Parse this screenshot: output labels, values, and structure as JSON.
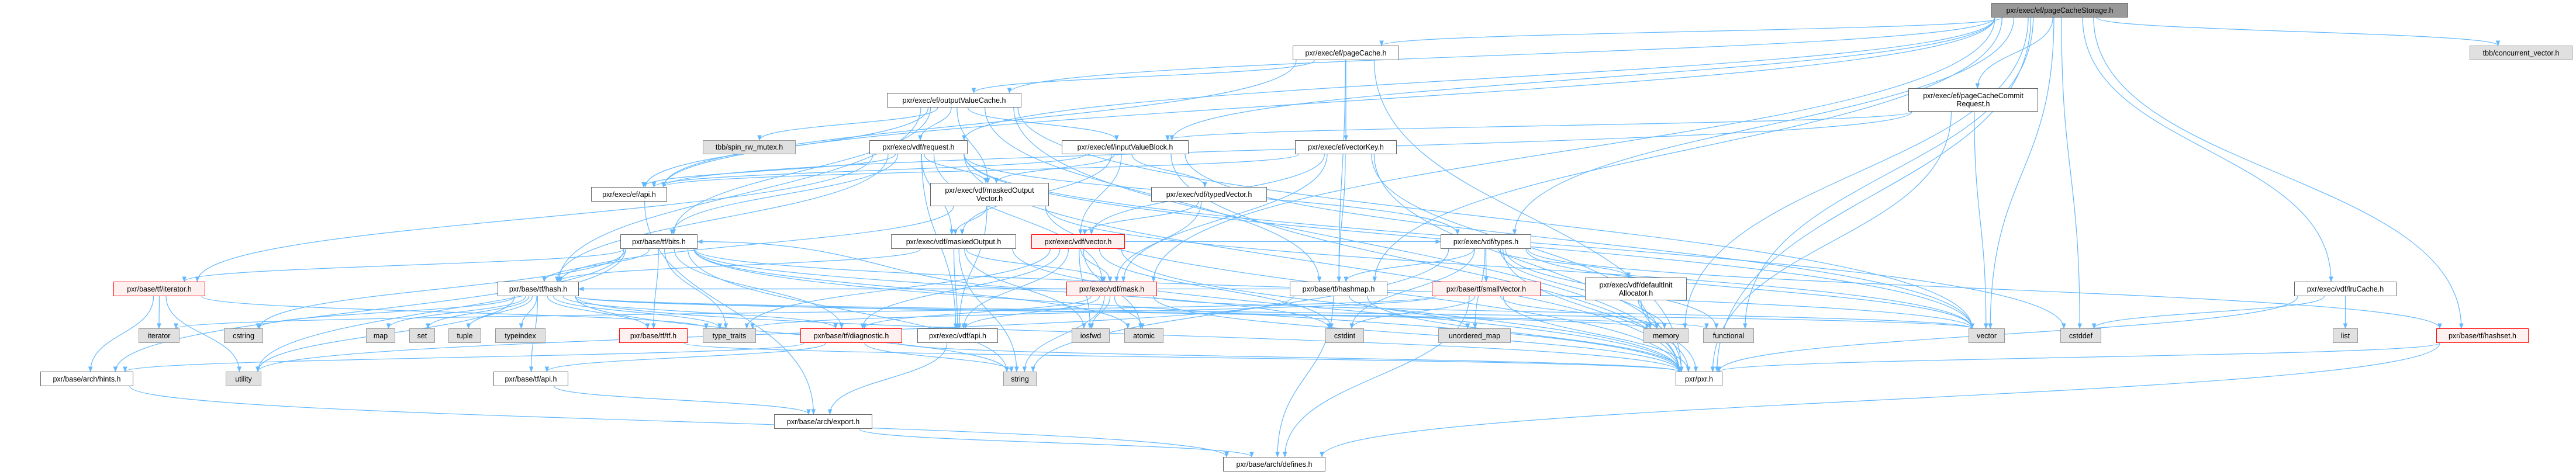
{
  "graph": {
    "edge_color": "#63b8ff",
    "nodes": [
      {
        "id": "root",
        "kind": "root",
        "lines": [
          "pxr/exec/ef/pageCacheStorage.h"
        ]
      },
      {
        "id": "pageCache",
        "kind": "normal",
        "lines": [
          "pxr/exec/ef/pageCache.h"
        ]
      },
      {
        "id": "concurrentVector",
        "kind": "system",
        "lines": [
          "tbb/concurrent_vector.h"
        ]
      },
      {
        "id": "outputValueCache",
        "kind": "normal",
        "lines": [
          "pxr/exec/ef/outputValueCache.h"
        ]
      },
      {
        "id": "commitRequest",
        "kind": "normal",
        "lines": [
          "pxr/exec/ef/pageCacheCommit",
          "Request.h"
        ]
      },
      {
        "id": "spin",
        "kind": "system",
        "lines": [
          "tbb/spin_rw_mutex.h"
        ]
      },
      {
        "id": "request",
        "kind": "normal",
        "lines": [
          "pxr/exec/vdf/request.h"
        ]
      },
      {
        "id": "inputValueBlock",
        "kind": "normal",
        "lines": [
          "pxr/exec/ef/inputValueBlock.h"
        ]
      },
      {
        "id": "vectorKey",
        "kind": "normal",
        "lines": [
          "pxr/exec/ef/vectorKey.h"
        ]
      },
      {
        "id": "efApi",
        "kind": "normal",
        "lines": [
          "pxr/exec/ef/api.h"
        ]
      },
      {
        "id": "maskedOutputVector",
        "kind": "normal",
        "lines": [
          "pxr/exec/vdf/maskedOutput",
          "Vector.h"
        ]
      },
      {
        "id": "typedVector",
        "kind": "normal",
        "lines": [
          "pxr/exec/vdf/typedVector.h"
        ]
      },
      {
        "id": "bits",
        "kind": "normal",
        "lines": [
          "pxr/base/tf/bits.h"
        ]
      },
      {
        "id": "maskedOutput",
        "kind": "normal",
        "lines": [
          "pxr/exec/vdf/maskedOutput.h"
        ]
      },
      {
        "id": "vdfVector",
        "kind": "red",
        "lines": [
          "pxr/exec/vdf/vector.h"
        ]
      },
      {
        "id": "types",
        "kind": "normal",
        "lines": [
          "pxr/exec/vdf/types.h"
        ]
      },
      {
        "id": "iteratorH",
        "kind": "red",
        "lines": [
          "pxr/base/tf/iterator.h"
        ]
      },
      {
        "id": "hash",
        "kind": "normal",
        "lines": [
          "pxr/base/tf/hash.h"
        ]
      },
      {
        "id": "mask",
        "kind": "red",
        "lines": [
          "pxr/exec/vdf/mask.h"
        ]
      },
      {
        "id": "hashmap",
        "kind": "normal",
        "lines": [
          "pxr/base/tf/hashmap.h"
        ]
      },
      {
        "id": "smallVector",
        "kind": "red",
        "lines": [
          "pxr/base/tf/smallVector.h"
        ]
      },
      {
        "id": "defaultInit",
        "kind": "normal",
        "lines": [
          "pxr/exec/vdf/defaultInit",
          "Allocator.h"
        ]
      },
      {
        "id": "lruCache",
        "kind": "normal",
        "lines": [
          "pxr/exec/vdf/lruCache.h"
        ]
      },
      {
        "id": "iterator",
        "kind": "system",
        "lines": [
          "iterator"
        ]
      },
      {
        "id": "cstring",
        "kind": "system",
        "lines": [
          "cstring"
        ]
      },
      {
        "id": "map",
        "kind": "system",
        "lines": [
          "map"
        ]
      },
      {
        "id": "set",
        "kind": "system",
        "lines": [
          "set"
        ]
      },
      {
        "id": "tuple",
        "kind": "system",
        "lines": [
          "tuple"
        ]
      },
      {
        "id": "typeindex",
        "kind": "system",
        "lines": [
          "typeindex"
        ]
      },
      {
        "id": "tf",
        "kind": "red",
        "lines": [
          "pxr/base/tf/tf.h"
        ]
      },
      {
        "id": "typeTraits",
        "kind": "system",
        "lines": [
          "type_traits"
        ]
      },
      {
        "id": "diagnostic",
        "kind": "red",
        "lines": [
          "pxr/base/tf/diagnostic.h"
        ]
      },
      {
        "id": "vdfApi",
        "kind": "normal",
        "lines": [
          "pxr/exec/vdf/api.h"
        ]
      },
      {
        "id": "iosfwd",
        "kind": "system",
        "lines": [
          "iosfwd"
        ]
      },
      {
        "id": "atomic",
        "kind": "system",
        "lines": [
          "atomic"
        ]
      },
      {
        "id": "cstdint",
        "kind": "system",
        "lines": [
          "cstdint"
        ]
      },
      {
        "id": "unorderedMap",
        "kind": "system",
        "lines": [
          "unordered_map"
        ]
      },
      {
        "id": "memory",
        "kind": "system",
        "lines": [
          "memory"
        ]
      },
      {
        "id": "functional",
        "kind": "system",
        "lines": [
          "functional"
        ]
      },
      {
        "id": "vector",
        "kind": "system",
        "lines": [
          "vector"
        ]
      },
      {
        "id": "cstddef",
        "kind": "system",
        "lines": [
          "cstddef"
        ]
      },
      {
        "id": "list",
        "kind": "system",
        "lines": [
          "list"
        ]
      },
      {
        "id": "hashset",
        "kind": "red",
        "lines": [
          "pxr/base/tf/hashset.h"
        ]
      },
      {
        "id": "hints",
        "kind": "normal",
        "lines": [
          "pxr/base/arch/hints.h"
        ]
      },
      {
        "id": "utility",
        "kind": "system",
        "lines": [
          "utility"
        ]
      },
      {
        "id": "tfApi",
        "kind": "normal",
        "lines": [
          "pxr/base/tf/api.h"
        ]
      },
      {
        "id": "string",
        "kind": "system",
        "lines": [
          "string"
        ]
      },
      {
        "id": "pxr",
        "kind": "normal",
        "lines": [
          "pxr/pxr.h"
        ]
      },
      {
        "id": "export",
        "kind": "normal",
        "lines": [
          "pxr/base/arch/export.h"
        ]
      },
      {
        "id": "defines",
        "kind": "normal",
        "lines": [
          "pxr/base/arch/defines.h"
        ]
      }
    ],
    "edges": [
      [
        "root",
        "pageCache"
      ],
      [
        "root",
        "concurrentVector"
      ],
      [
        "root",
        "outputValueCache"
      ],
      [
        "root",
        "commitRequest"
      ],
      [
        "root",
        "request"
      ],
      [
        "root",
        "efApi"
      ],
      [
        "root",
        "types"
      ],
      [
        "root",
        "lruCache"
      ],
      [
        "root",
        "hashset"
      ],
      [
        "root",
        "pxr"
      ],
      [
        "root",
        "vector"
      ],
      [
        "root",
        "cstddef"
      ],
      [
        "root",
        "functional"
      ],
      [
        "root",
        "memory"
      ],
      [
        "root",
        "hashmap"
      ],
      [
        "root",
        "mask"
      ],
      [
        "root",
        "inputValueBlock"
      ],
      [
        "pageCache",
        "outputValueCache"
      ],
      [
        "pageCache",
        "vectorKey"
      ],
      [
        "pageCache",
        "hashmap"
      ],
      [
        "pageCache",
        "efApi"
      ],
      [
        "pageCache",
        "pxr"
      ],
      [
        "outputValueCache",
        "spin"
      ],
      [
        "outputValueCache",
        "request"
      ],
      [
        "outputValueCache",
        "inputValueBlock"
      ],
      [
        "outputValueCache",
        "maskedOutputVector"
      ],
      [
        "outputValueCache",
        "efApi"
      ],
      [
        "outputValueCache",
        "bits"
      ],
      [
        "outputValueCache",
        "hashmap"
      ],
      [
        "outputValueCache",
        "vector"
      ],
      [
        "outputValueCache",
        "pxr"
      ],
      [
        "outputValueCache",
        "hash"
      ],
      [
        "commitRequest",
        "inputValueBlock"
      ],
      [
        "commitRequest",
        "efApi"
      ],
      [
        "commitRequest",
        "vector"
      ],
      [
        "commitRequest",
        "pxr"
      ],
      [
        "request",
        "vdfApi"
      ],
      [
        "request",
        "maskedOutputVector"
      ],
      [
        "request",
        "maskedOutput"
      ],
      [
        "request",
        "bits"
      ],
      [
        "request",
        "hash"
      ],
      [
        "request",
        "types"
      ],
      [
        "request",
        "mask"
      ],
      [
        "request",
        "pxr"
      ],
      [
        "request",
        "iteratorH"
      ],
      [
        "request",
        "cstddef"
      ],
      [
        "request",
        "vector"
      ],
      [
        "request",
        "efApi"
      ],
      [
        "inputValueBlock",
        "efApi"
      ],
      [
        "inputValueBlock",
        "maskedOutputVector"
      ],
      [
        "inputValueBlock",
        "maskedOutput"
      ],
      [
        "inputValueBlock",
        "typedVector"
      ],
      [
        "inputValueBlock",
        "vdfVector"
      ],
      [
        "inputValueBlock",
        "pxr"
      ],
      [
        "inputValueBlock",
        "vector"
      ],
      [
        "vectorKey",
        "hashmap"
      ],
      [
        "vectorKey",
        "efApi"
      ],
      [
        "vectorKey",
        "vdfVector"
      ],
      [
        "vectorKey",
        "mask"
      ],
      [
        "vectorKey",
        "pxr"
      ],
      [
        "vectorKey",
        "memory"
      ],
      [
        "efApi",
        "export"
      ],
      [
        "maskedOutputVector",
        "maskedOutput"
      ],
      [
        "maskedOutputVector",
        "vdfApi"
      ],
      [
        "maskedOutputVector",
        "vector"
      ],
      [
        "maskedOutputVector",
        "pxr"
      ],
      [
        "maskedOutputVector",
        "hash"
      ],
      [
        "typedVector",
        "vdfVector"
      ],
      [
        "typedVector",
        "mask"
      ],
      [
        "maskedOutput",
        "mask"
      ],
      [
        "maskedOutput",
        "vdfApi"
      ],
      [
        "maskedOutput",
        "hash"
      ],
      [
        "maskedOutput",
        "string"
      ],
      [
        "maskedOutput",
        "pxr"
      ],
      [
        "maskedOutput",
        "iosfwd"
      ],
      [
        "vdfVector",
        "mask"
      ],
      [
        "vdfVector",
        "types"
      ],
      [
        "vdfVector",
        "diagnostic"
      ],
      [
        "vdfVector",
        "vdfApi"
      ],
      [
        "vdfVector",
        "iosfwd"
      ],
      [
        "vdfVector",
        "atomic"
      ],
      [
        "vdfVector",
        "typeTraits"
      ],
      [
        "vdfVector",
        "pxr"
      ],
      [
        "vdfVector",
        "cstdint"
      ],
      [
        "types",
        "hashmap"
      ],
      [
        "types",
        "smallVector"
      ],
      [
        "types",
        "defaultInit"
      ],
      [
        "types",
        "memory"
      ],
      [
        "types",
        "functional"
      ],
      [
        "types",
        "cstdint"
      ],
      [
        "types",
        "unorderedMap"
      ],
      [
        "types",
        "vector"
      ],
      [
        "types",
        "pxr"
      ],
      [
        "types",
        "string"
      ],
      [
        "types",
        "hashset"
      ],
      [
        "bits",
        "hash"
      ],
      [
        "bits",
        "iteratorH"
      ],
      [
        "bits",
        "tf"
      ],
      [
        "bits",
        "diagnostic"
      ],
      [
        "bits",
        "typeTraits"
      ],
      [
        "bits",
        "atomic"
      ],
      [
        "bits",
        "cstring"
      ],
      [
        "bits",
        "utility"
      ],
      [
        "bits",
        "hints"
      ],
      [
        "bits",
        "pxr"
      ],
      [
        "bits",
        "cstdint"
      ],
      [
        "bits",
        "vector"
      ],
      [
        "bits",
        "string"
      ],
      [
        "hash",
        "map"
      ],
      [
        "hash",
        "set"
      ],
      [
        "hash",
        "tuple"
      ],
      [
        "hash",
        "typeindex"
      ],
      [
        "hash",
        "cstring"
      ],
      [
        "hash",
        "utility"
      ],
      [
        "hash",
        "typeTraits"
      ],
      [
        "hash",
        "tf"
      ],
      [
        "hash",
        "diagnostic"
      ],
      [
        "hash",
        "tfApi"
      ],
      [
        "hash",
        "memory"
      ],
      [
        "hash",
        "functional"
      ],
      [
        "hash",
        "vector"
      ],
      [
        "hash",
        "string"
      ],
      [
        "hash",
        "pxr"
      ],
      [
        "mask",
        "bits"
      ],
      [
        "mask",
        "hash"
      ],
      [
        "mask",
        "diagnostic"
      ],
      [
        "mask",
        "vdfApi"
      ],
      [
        "mask",
        "iosfwd"
      ],
      [
        "mask",
        "atomic"
      ],
      [
        "mask",
        "string"
      ],
      [
        "mask",
        "pxr"
      ],
      [
        "mask",
        "vector"
      ],
      [
        "iteratorH",
        "iterator"
      ],
      [
        "iteratorH",
        "utility"
      ],
      [
        "iteratorH",
        "hints"
      ],
      [
        "iteratorH",
        "typeTraits"
      ],
      [
        "hashmap",
        "hash"
      ],
      [
        "hashmap",
        "unorderedMap"
      ],
      [
        "hashmap",
        "utility"
      ],
      [
        "hashmap",
        "pxr"
      ],
      [
        "hashmap",
        "defines"
      ],
      [
        "smallVector",
        "cstdint"
      ],
      [
        "smallVector",
        "memory"
      ],
      [
        "smallVector",
        "pxr"
      ],
      [
        "smallVector",
        "defines"
      ],
      [
        "smallVector",
        "typeTraits"
      ],
      [
        "smallVector",
        "iterator"
      ],
      [
        "defaultInit",
        "memory"
      ],
      [
        "defaultInit",
        "pxr"
      ],
      [
        "lruCache",
        "list"
      ],
      [
        "lruCache",
        "cstddef"
      ],
      [
        "lruCache",
        "pxr"
      ],
      [
        "hashset",
        "pxr"
      ],
      [
        "hashset",
        "defines"
      ],
      [
        "tf",
        "pxr"
      ],
      [
        "diagnostic",
        "string"
      ],
      [
        "diagnostic",
        "pxr"
      ],
      [
        "diagnostic",
        "tfApi"
      ],
      [
        "diagnostic",
        "hints"
      ],
      [
        "vdfApi",
        "export"
      ],
      [
        "tfApi",
        "export"
      ],
      [
        "hints",
        "defines"
      ],
      [
        "export",
        "defines"
      ]
    ]
  }
}
